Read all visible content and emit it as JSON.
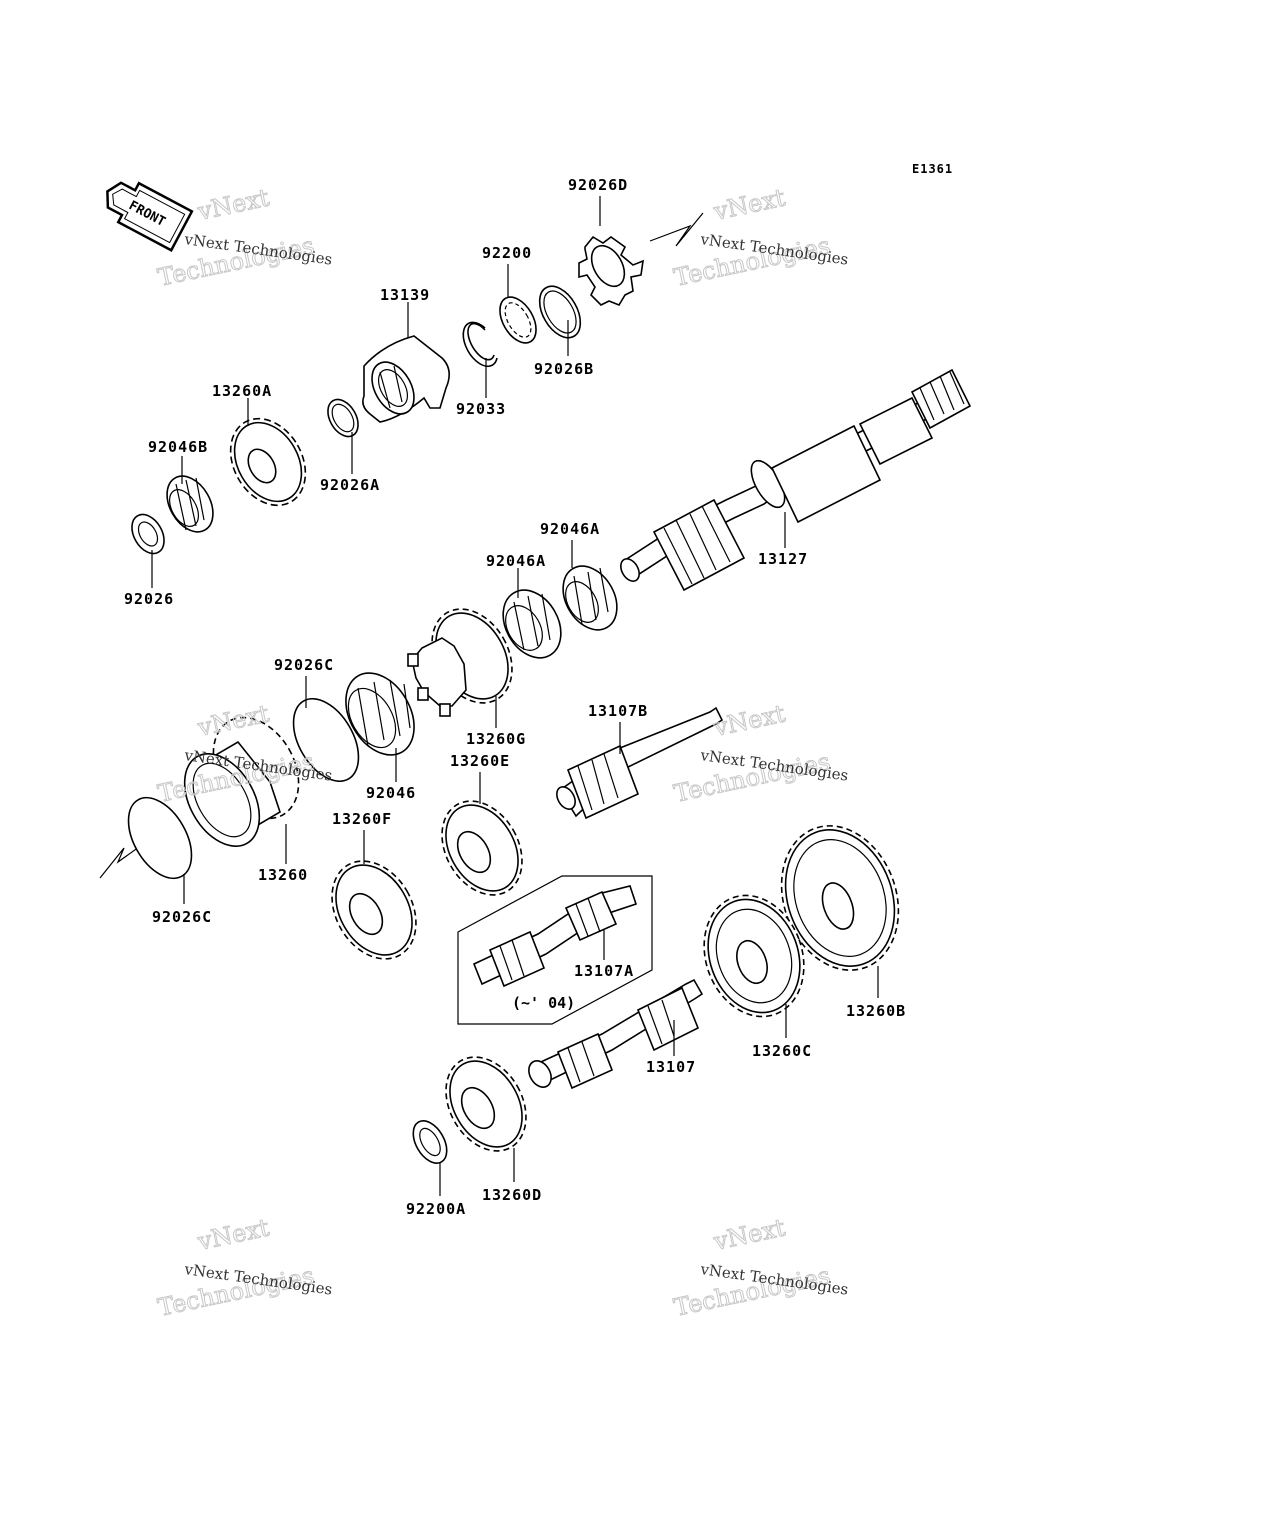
{
  "diagram_code": "E1361",
  "front_label": "FRONT",
  "variant_note": "(~' 04)",
  "watermark": {
    "line1": "vNext Technologies",
    "line2": "vNext",
    "line3": "Technologies"
  },
  "labels": [
    "92026D",
    "92200",
    "92026B",
    "13139",
    "92033",
    "13260A",
    "92046B",
    "92026A",
    "92026",
    "13127",
    "92046A",
    "92046A",
    "92026C",
    "13260G",
    "92046",
    "13107B",
    "13260E",
    "13260F",
    "13260",
    "92026C",
    "13107A",
    "13260B",
    "13260C",
    "13107",
    "13260D",
    "92200A"
  ]
}
